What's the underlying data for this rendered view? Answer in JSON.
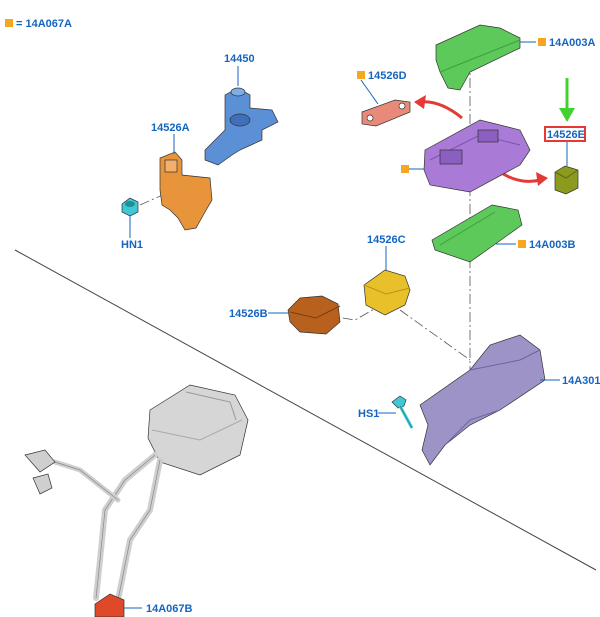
{
  "legend": {
    "marker_color": "#f5a623",
    "text": "= 14A067A"
  },
  "labels": {
    "l14450": "14450",
    "l14526A": "14526A",
    "lHN1": "HN1",
    "l14526D": "14526D",
    "l14A003A": "14A003A",
    "l14526E": "14526E",
    "l14A003B": "14A003B",
    "l14526C": "14526C",
    "l14526B": "14526B",
    "l14A301": "14A301",
    "lHS1": "HS1",
    "l14A067B": "14A067B"
  },
  "colors": {
    "label": "#1565c0",
    "marker": "#f5a623",
    "highlight_box": "#e53935",
    "arrow_red": "#e53935",
    "arrow_green": "#43d12f",
    "part_blue": "#5b8fd6",
    "part_orange": "#e8943a",
    "part_green": "#5cc95a",
    "part_purple": "#a97ad6",
    "part_olive": "#8c9a1e",
    "part_yellow": "#e8c02a",
    "part_brown": "#b8611e",
    "part_lavender": "#9e93c7",
    "part_salmon": "#e88a7a",
    "part_teal": "#3fc8d6",
    "part_red": "#e0482a",
    "part_gray": "#d6d6d6"
  }
}
